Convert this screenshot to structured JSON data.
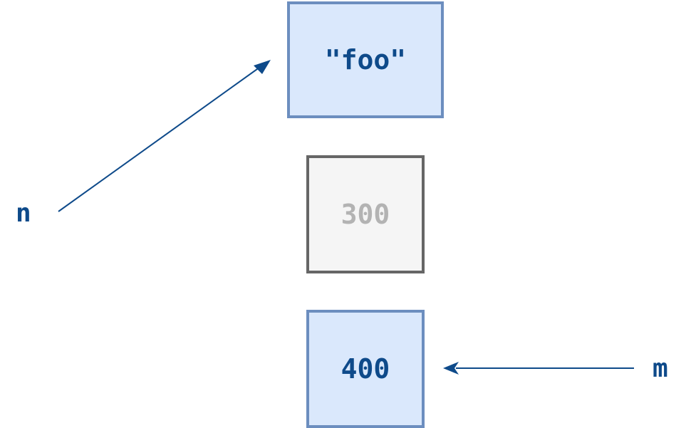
{
  "boxes": {
    "foo": {
      "text": "\"foo\""
    },
    "v300": {
      "text": "300"
    },
    "v400": {
      "text": "400"
    }
  },
  "labels": {
    "n": "n",
    "m": "m"
  },
  "colors": {
    "active_fill": "#dae8fc",
    "active_stroke": "#6c8ebf",
    "inactive_fill": "#f5f5f5",
    "inactive_stroke": "#666666",
    "text_dark_blue": "#0e4a8a",
    "text_gray": "#b3b3b3",
    "arrow": "#0e4a8a"
  }
}
